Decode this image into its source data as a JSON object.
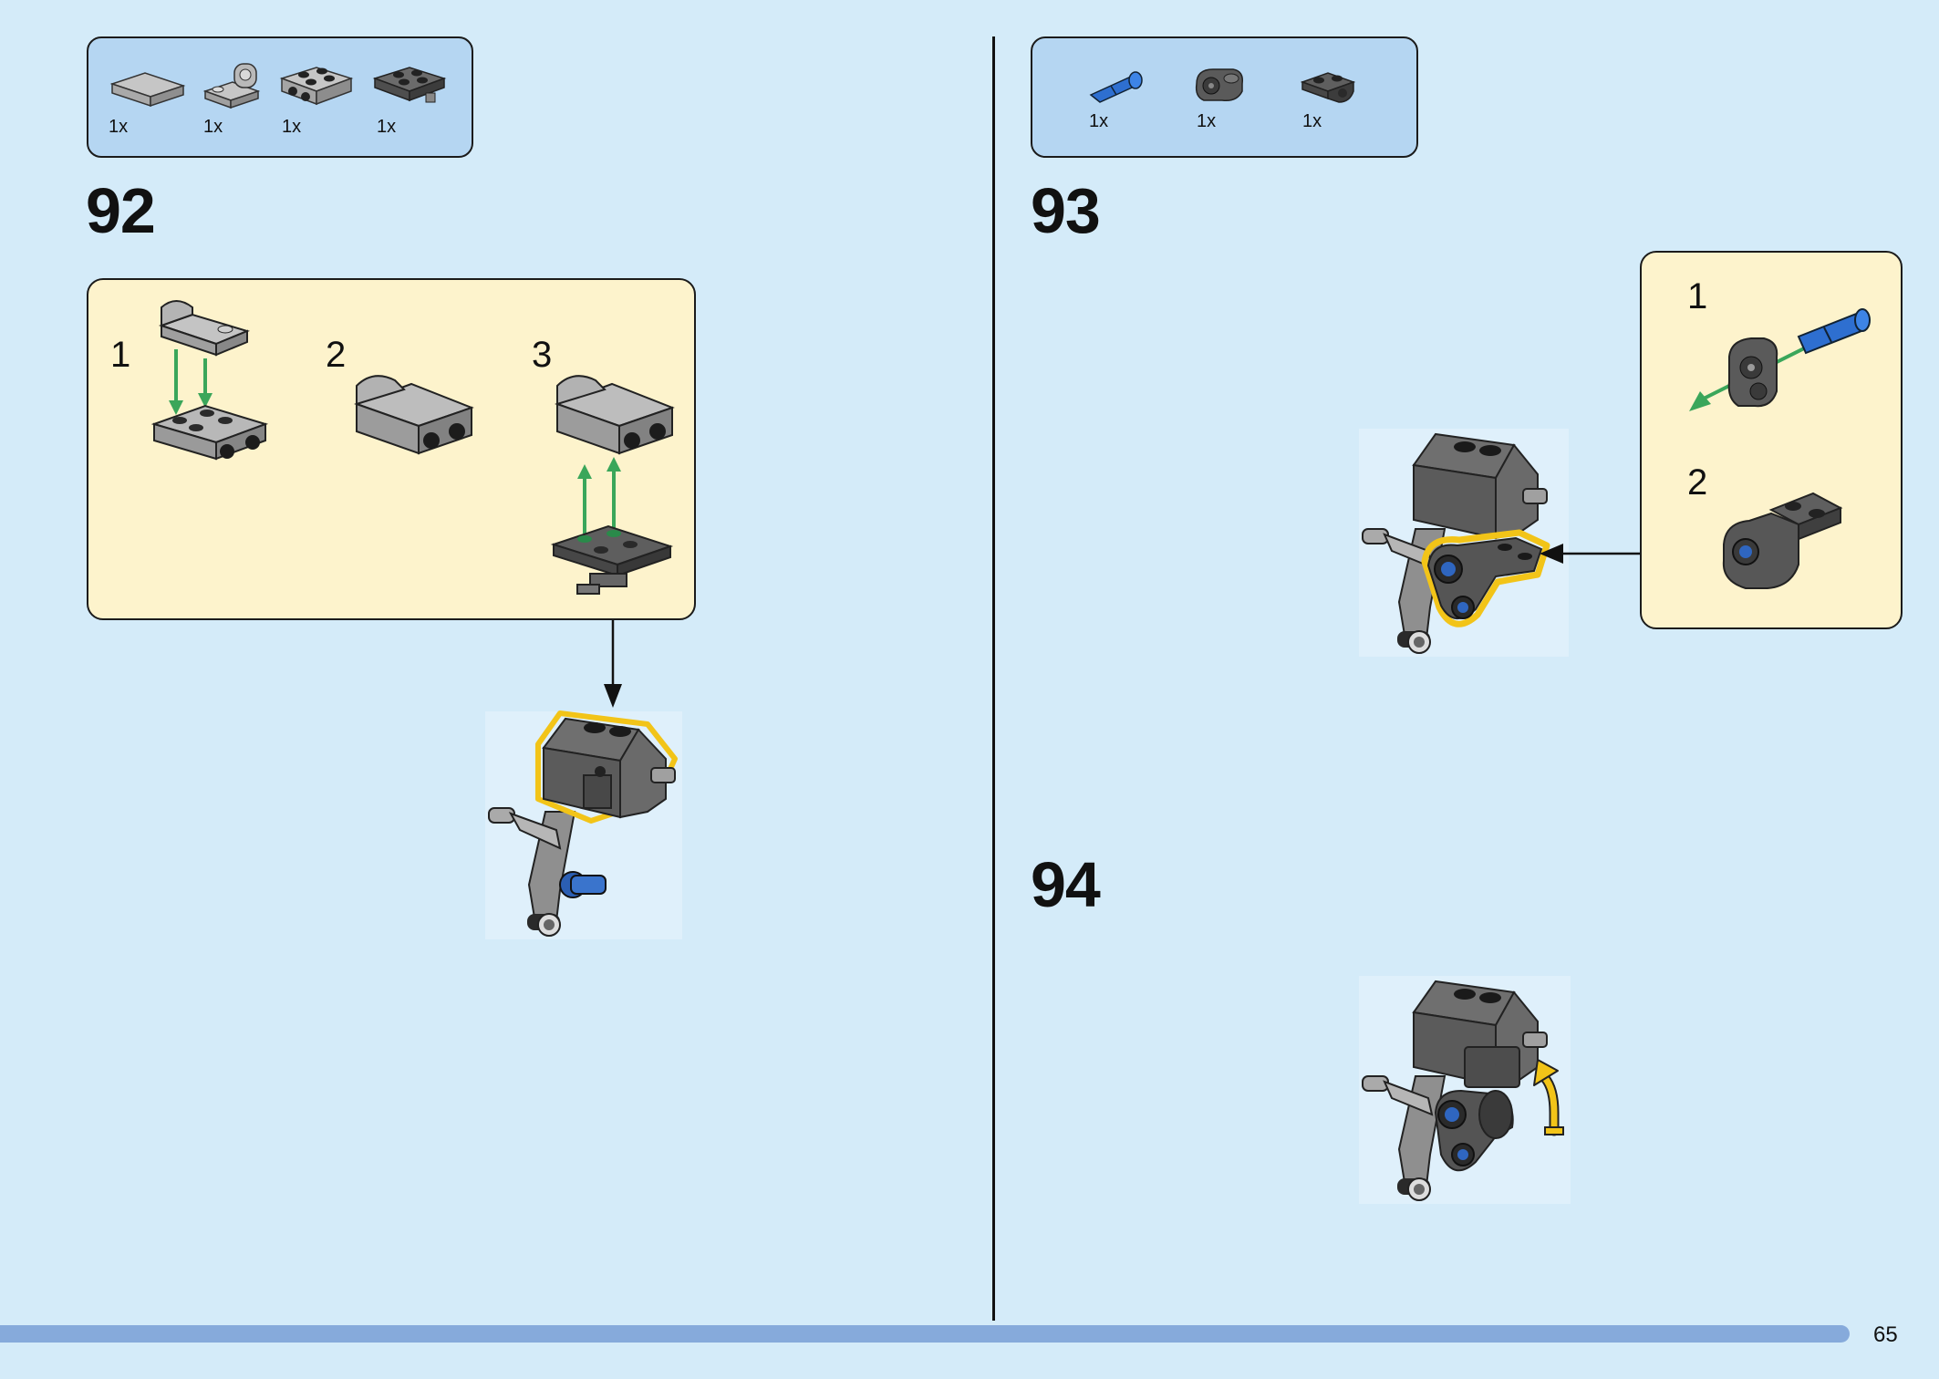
{
  "steps": [
    {
      "number": "92",
      "parts": [
        {
          "qty": "1x",
          "icon": "light-gray-corner-plate-icon"
        },
        {
          "qty": "1x",
          "icon": "light-gray-bracket-plate-icon"
        },
        {
          "qty": "1x",
          "icon": "light-gray-plate-side-studs-icon"
        },
        {
          "qty": "1x",
          "icon": "dark-gray-plate-pin-icon"
        }
      ],
      "substeps": [
        "1",
        "2",
        "3"
      ]
    },
    {
      "number": "93",
      "parts": [
        {
          "qty": "1x",
          "icon": "blue-axle-pin-icon"
        },
        {
          "qty": "1x",
          "icon": "dark-gray-pin-connector-icon"
        },
        {
          "qty": "1x",
          "icon": "dark-gray-plate-bracket-icon"
        }
      ],
      "substeps": [
        "1",
        "2"
      ]
    },
    {
      "number": "94"
    }
  ],
  "page_number": "65",
  "colors": {
    "background": "#d4ebf9",
    "parts_box": "#b5d6f2",
    "substep_box": "#fdf3cc",
    "assembly_arrow": "#3aa65a",
    "highlight": "#f2c418",
    "footer_bar": "#86aadb"
  }
}
